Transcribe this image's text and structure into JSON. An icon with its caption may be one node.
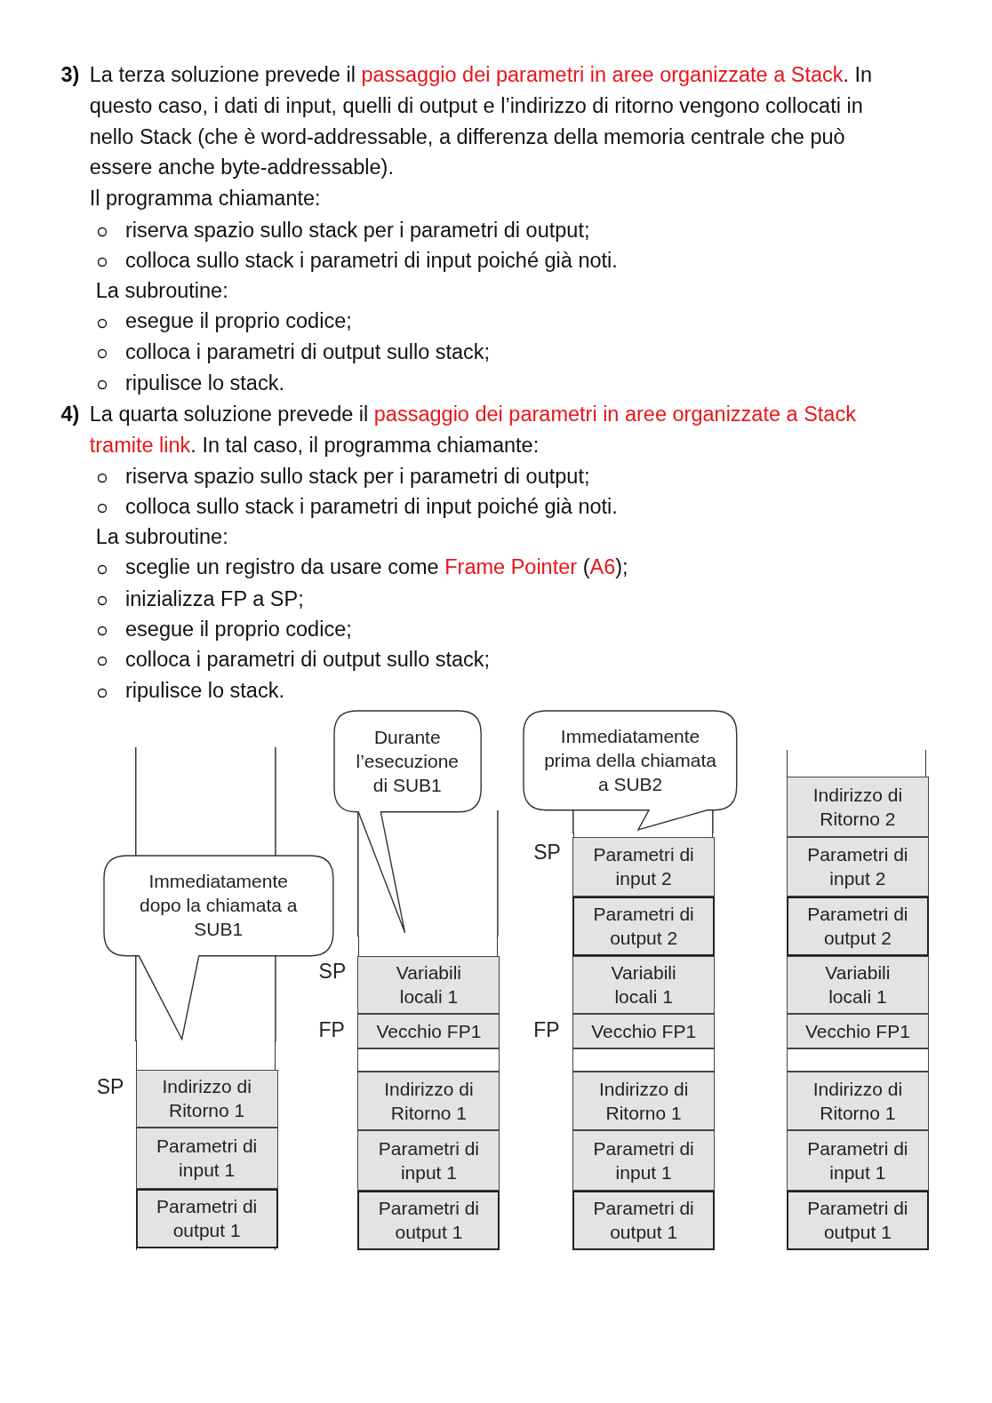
{
  "diagram": {
    "nodes": [
      {
        "text": [],
        "shape": "box"
      },
      {
        "text": [
          "Indirizzo di Ritorno 1"
        ],
        "in": 0
      },
      {
        "text": [
          "Parametri di input 1"
        ],
        "in": 0
      },
      {
        "text": [
          "Parametri di output 1"
        ],
        "in": 0
      },
      {
        "text": [
          "Immediatamente dopo la chiamata a SUB1"
        ]
      },
      {
        "text": [],
        "shape": "box"
      },
      {
        "text": [
          "Variabili locali 1"
        ],
        "in": 5
      },
      {
        "text": [
          "Vecchio FP1"
        ],
        "in": 5
      },
      {
        "text": [],
        "shape": "box",
        "in": 5
      },
      {
        "text": [
          "Indirizzo di Ritorno 1"
        ],
        "in": 5
      },
      {
        "text": [
          "Parametri di input 1"
        ],
        "in": 5
      },
      {
        "text": [
          "Parametri di output 1"
        ],
        "in": 5
      },
      {
        "text": [
          "Durante l’esecuzione di SUB1"
        ]
      },
      {
        "text": [
          "Immediatamente prima della chiamata a SUB2"
        ]
      },
      {
        "text": [],
        "shape": "box"
      },
      {
        "text": [
          "Parametri di input 2"
        ],
        "in": 14
      },
      {
        "text": [
          "Parametri di output 2"
        ],
        "in": 14
      },
      {
        "text": [
          "Variabili locali 1"
        ],
        "in": 14
      },
      {
        "text": [
          "Vecchio FP1"
        ],
        "in": 14
      },
      {
        "text": [],
        "shape": "box",
        "in": 14
      },
      {
        "text": [
          "Indirizzo di Ritorno 1"
        ],
        "in": 14
      },
      {
        "text": [
          "Parametri di input 1"
        ],
        "in": 14
      },
      {
        "text": [
          "Parametri di output 1"
        ],
        "in": 14
      },
      {
        "text": [],
        "shape": "box"
      },
      {
        "text": [
          "Indirizzo di Ritorno 2"
        ],
        "in": 23
      },
      {
        "text": [
          "Parametri di input 2"
        ],
        "in": 23
      },
      {
        "text": [
          "Parametri di output 2"
        ],
        "in": 23
      },
      {
        "text": [
          "Variabili locali 1"
        ],
        "in": 23
      },
      {
        "text": [
          "Vecchio FP1"
        ],
        "in": 23
      },
      {
        "text": [],
        "shape": "box",
        "in": 23
      },
      {
        "text": [
          "Indirizzo di Ritorno 1"
        ],
        "in": 23
      },
      {
        "text": [
          "Parametri di input 1"
        ],
        "in": 23
      },
      {
        "text": [
          "Parametri di output 1"
        ],
        "in": 23
      }
    ],
    "labels": [
      "3)",
      "La terza soluzione prevede il *passaggio dei parametri in aree organizzate a Stack*. In questo caso, i dati di input, quelli di output e l’indirizzo di ritorno vengono collocati in nello Stack (che è word-addressable, a differenza della memoria centrale che può essere anche byte-addressable).",
      "Il programma chiamante:",
      "riserva spazio sullo stack per i parametri di output;",
      "colloca sullo stack i parametri di input poiché già noti.",
      "La subroutine:",
      "esegue il proprio codice;",
      "colloca i parametri di output sullo stack;",
      "ripulisce lo stack.",
      "4)",
      "La quarta soluzione prevede il *passaggio dei parametri in aree organizzate a Stack tramite link*. In tal caso, il programma chiamante:",
      "riserva spazio sullo stack per i parametri di output;",
      "colloca sullo stack i parametri di input poiché già noti.",
      "La subroutine:",
      "sceglie un registro da usare come *Frame Pointer* (*A6*);",
      "inizializza FP a SP;",
      "esegue il proprio codice;",
      "colloca i parametri di output sullo stack;",
      "ripulisce lo stack.",
      "SP",
      "SP",
      "FP",
      "FP",
      "SP"
    ]
  }
}
